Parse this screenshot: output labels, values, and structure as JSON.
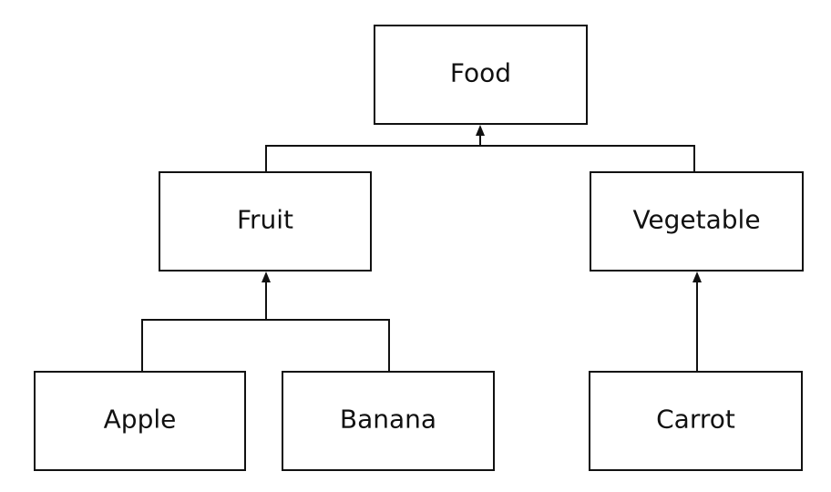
{
  "diagram": {
    "type": "hierarchy",
    "nodes": {
      "food": "Food",
      "fruit": "Fruit",
      "vegetable": "Vegetable",
      "apple": "Apple",
      "banana": "Banana",
      "carrot": "Carrot"
    },
    "edges": [
      {
        "from": "fruit",
        "to": "food"
      },
      {
        "from": "vegetable",
        "to": "food"
      },
      {
        "from": "apple",
        "to": "fruit"
      },
      {
        "from": "banana",
        "to": "fruit"
      },
      {
        "from": "carrot",
        "to": "vegetable"
      }
    ]
  }
}
